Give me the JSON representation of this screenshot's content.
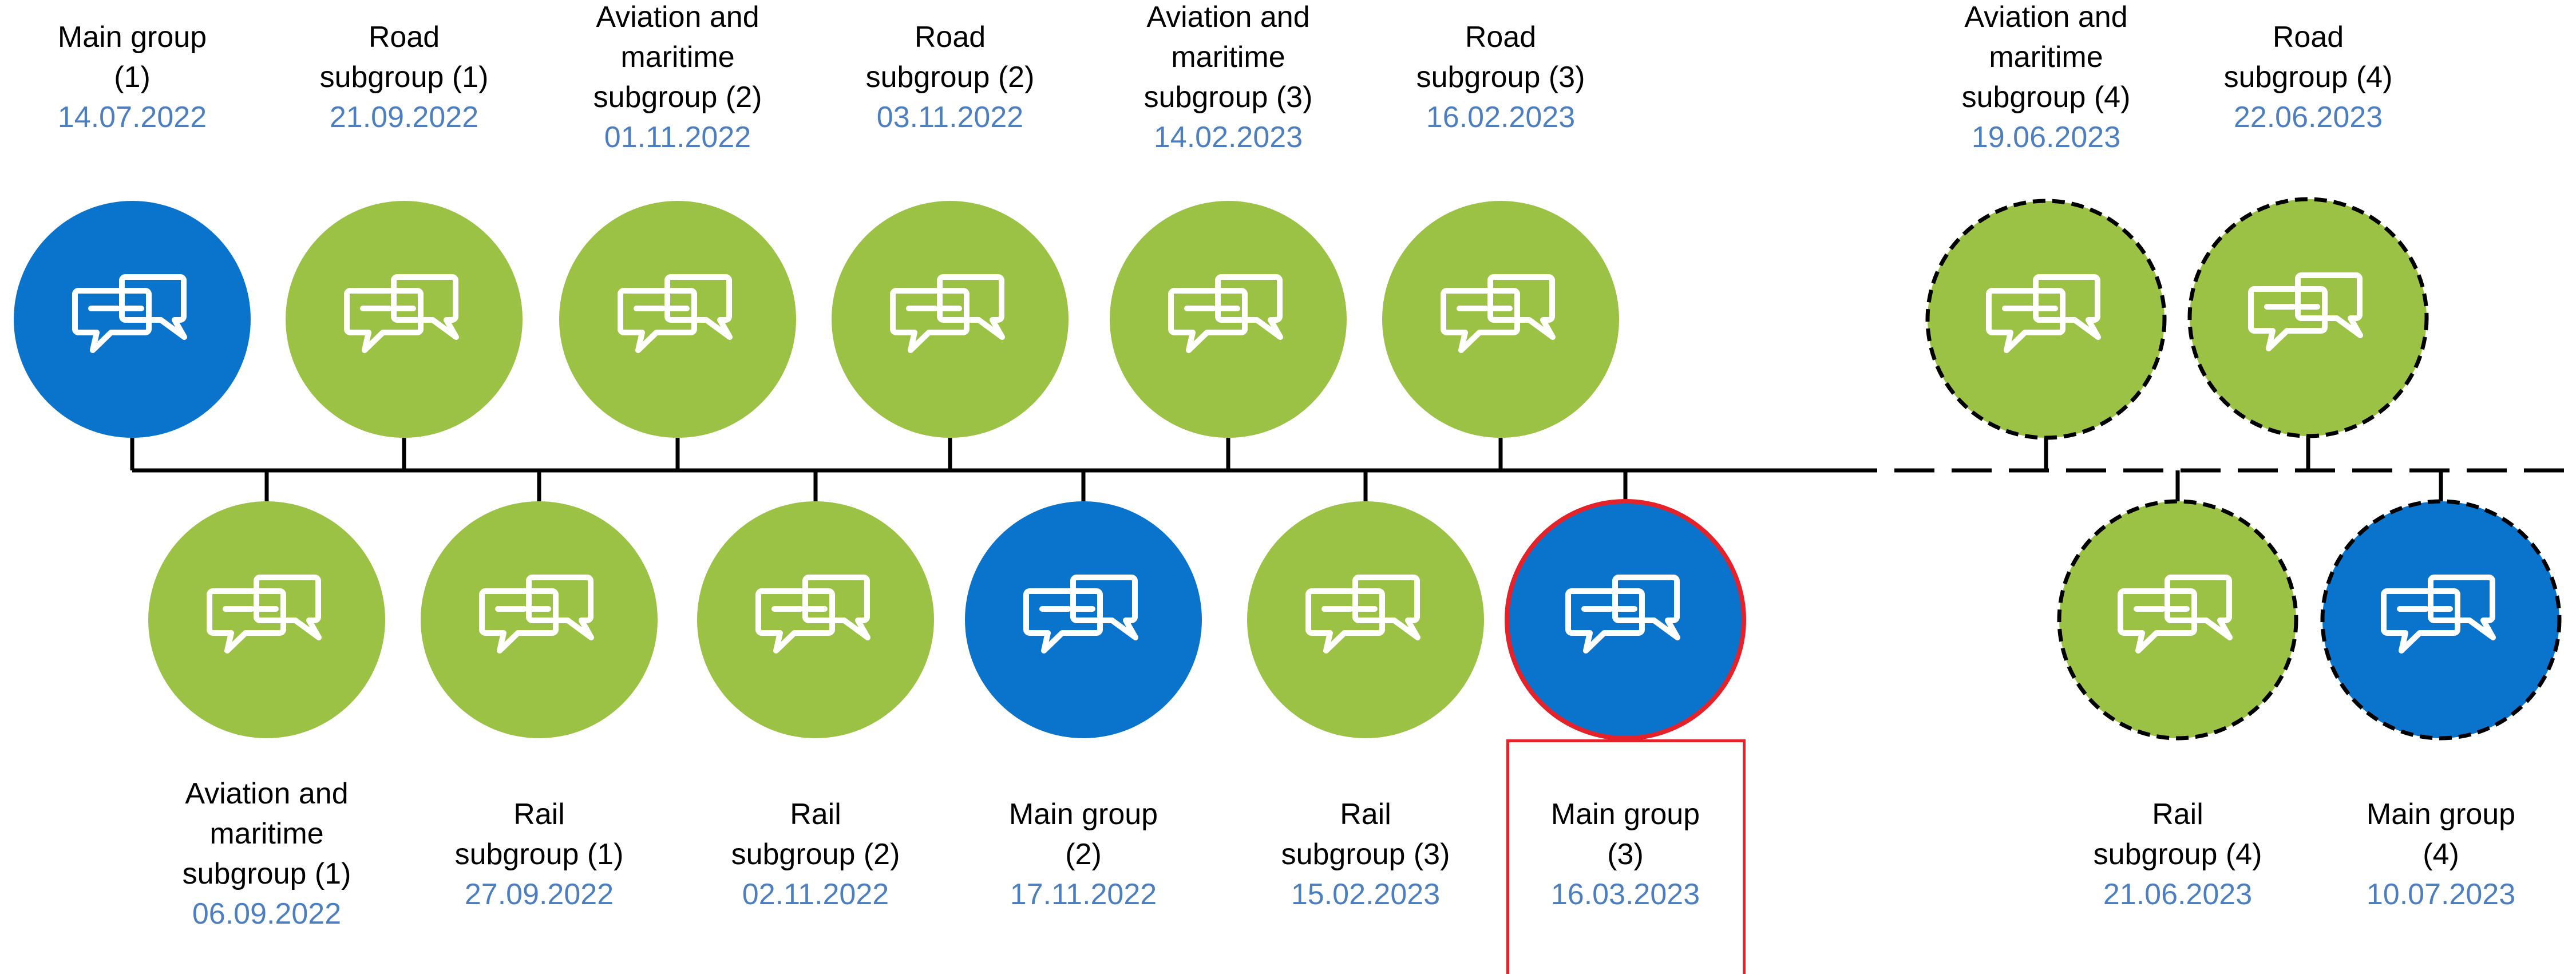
{
  "colors": {
    "main_group": "#0a74cc",
    "subgroup": "#9bc145",
    "date_text": "#4d7fc0",
    "highlight": "#e5222a",
    "line": "#000000"
  },
  "icon": "chat-bubbles-icon",
  "top_meetings": [
    {
      "name": "Main group (1)",
      "date": "14.07.2022",
      "kind": "main",
      "status": "held"
    },
    {
      "name": "Road subgroup (1)",
      "date": "21.09.2022",
      "kind": "sub",
      "status": "held"
    },
    {
      "name": "Aviation and maritime subgroup (2)",
      "date": "01.11.2022",
      "kind": "sub",
      "status": "held"
    },
    {
      "name": "Road subgroup (2)",
      "date": "03.11.2022",
      "kind": "sub",
      "status": "held"
    },
    {
      "name": "Aviation and maritime subgroup (3)",
      "date": "14.02.2023",
      "kind": "sub",
      "status": "held"
    },
    {
      "name": "Road subgroup (3)",
      "date": "16.02.2023",
      "kind": "sub",
      "status": "held"
    },
    {
      "name": "Aviation and maritime subgroup (4)",
      "date": "19.06.2023",
      "kind": "sub",
      "status": "planned"
    },
    {
      "name": "Road subgroup (4)",
      "date": "22.06.2023",
      "kind": "sub",
      "status": "planned"
    }
  ],
  "bottom_meetings": [
    {
      "name": "Aviation and maritime subgroup (1)",
      "date": "06.09.2022",
      "kind": "sub",
      "status": "held"
    },
    {
      "name": "Rail subgroup (1)",
      "date": "27.09.2022",
      "kind": "sub",
      "status": "held"
    },
    {
      "name": "Rail subgroup (2)",
      "date": "02.11.2022",
      "kind": "sub",
      "status": "held"
    },
    {
      "name": "Main group (2)",
      "date": "17.11.2022",
      "kind": "main",
      "status": "held"
    },
    {
      "name": "Rail subgroup (3)",
      "date": "15.02.2023",
      "kind": "sub",
      "status": "held"
    },
    {
      "name": "Main group (3)",
      "date": "16.03.2023",
      "kind": "main",
      "status": "current"
    },
    {
      "name": "Rail subgroup (4)",
      "date": "21.06.2023",
      "kind": "sub",
      "status": "planned"
    },
    {
      "name": "Main group (4)",
      "date": "10.07.2023",
      "kind": "main",
      "status": "planned"
    }
  ]
}
